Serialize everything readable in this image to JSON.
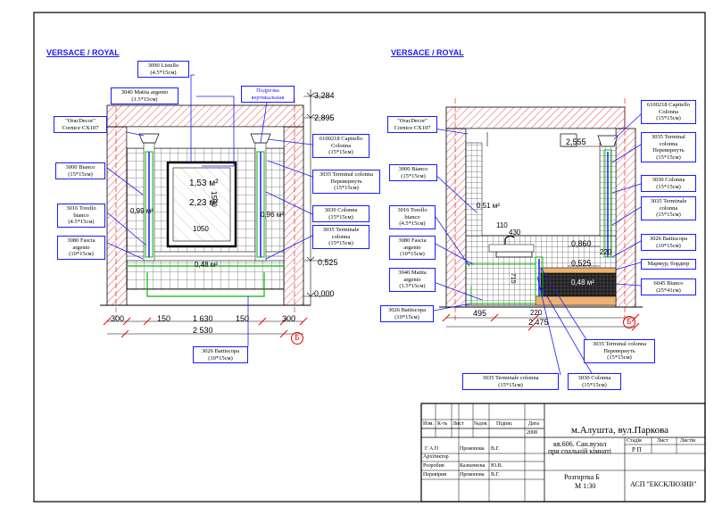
{
  "left": {
    "header": "VERSACE / ROYAL",
    "levels": [
      "3,284",
      "2,895",
      "0,525",
      "0,000"
    ],
    "areas": [
      "1,53 м²",
      "2,23 м²",
      "0,99 м²",
      "0,96 м²",
      "0,48 м²"
    ],
    "dims_bottom": [
      "300",
      "150",
      "1 630",
      "150",
      "300"
    ],
    "dim_total": "2 530",
    "dim_mirror_w": "1050",
    "dim_mirror_h": "1500",
    "axis": "Б",
    "callouts": {
      "listello": [
        "3090 Listello",
        "(4.5*15см)"
      ],
      "matita": [
        "3040 Matita argento",
        "(1.5*15см)"
      ],
      "podrezka": [
        "Подрезка",
        "вертикальная"
      ],
      "oracdecor": [
        "\"OracDecor\"",
        "Cornice CX107"
      ],
      "capitello": [
        "6100218 Capitello",
        "Colonna",
        "(15*15см)"
      ],
      "bianco": [
        "3000 Bianco",
        "(15*15см)"
      ],
      "terminal_colonna": [
        "3035 Terminal colonna",
        "Перевернуть",
        "(15*15см)"
      ],
      "torello": [
        "3016 Torello",
        "bianco",
        "(4.5*15см)"
      ],
      "colonna": [
        "3030 Colonna",
        "(15*15см)"
      ],
      "fascia": [
        "3080 Fascia",
        "argento",
        "(10*15см)"
      ],
      "terminale": [
        "3035 Terminale",
        "colonna",
        "(15*15см)"
      ],
      "battiscopa": [
        "3026 Battiscopa",
        "(10*15см)"
      ]
    }
  },
  "right": {
    "header": "VERSACE / ROYAL",
    "levels": [
      "2,555",
      "0,860",
      "0,525"
    ],
    "areas": [
      "0,51 м²",
      "0,48 м²"
    ],
    "dims": [
      "110",
      "430",
      "220",
      "715",
      "495",
      "220",
      "2 475"
    ],
    "axis": "Б",
    "callouts": {
      "oracdecor": [
        "\"OracDecor\"",
        "Cornice CX107"
      ],
      "bianco": [
        "3000 Bianco",
        "(15*15см)"
      ],
      "torello": [
        "3016 Torello",
        "bianco",
        "(4.5*15см)"
      ],
      "fascia": [
        "3080 Fascia",
        "argento",
        "(10*15см)"
      ],
      "matita": [
        "3040 Matita",
        "argento",
        "(1.5*15см)"
      ],
      "battiscopa_l": [
        "3026 Battiscopa",
        "(10*15см)"
      ],
      "capitello": [
        "6100218 Capitello",
        "Colonna",
        "(15*15см)"
      ],
      "terminal_colonna": [
        "3035 Terminal",
        "colonna",
        "Перевернуть",
        "(15*15см)"
      ],
      "colonna": [
        "3030 Colonna",
        "(15*15см)"
      ],
      "terminale": [
        "3035 Terminale",
        "colonna",
        "(15*15см)"
      ],
      "battiscopa_r": [
        "3026 Battiscopa",
        "(10*15см)"
      ],
      "marble": [
        "Мармур, бордюр"
      ],
      "bianco_big": [
        "6045 Bianco",
        "(25*41см)"
      ],
      "terminal_colonna_b": [
        "3035 Terminal colonna",
        "Перевернуть",
        "(15*15см)"
      ],
      "terminale_b": [
        "3035 Terminale colonna",
        "(15*15см)"
      ],
      "colonna_b": [
        "3030 Colonna",
        "(15*15см)"
      ]
    }
  },
  "title_block": {
    "hdr_izm": "Изм.",
    "hdr_kuch": "К-ть",
    "hdr_list": "Лист",
    "hdr_ndok": "№док",
    "hdr_pidpys": "Підпис",
    "hdr_data": "Дата",
    "year": "2008",
    "city": "м.Алушта, вул.Паркова",
    "gap_role": "Г А П",
    "gap_name": "Прокопова",
    "gap_sign": "В.Г.",
    "arch_role": "Архітектор",
    "dev_role": "Розробив",
    "dev_name": "Казначеєва",
    "dev_sign": "Ю.В.",
    "chk_role": "Перевірив",
    "chk_name": "Прокопова",
    "chk_sign": "В.Г.",
    "object_1": "кв.606. Сан.вузол",
    "object_2": "при спальній кімнаті",
    "stage_hdr": "Стадія",
    "sheet_hdr": "Лист",
    "sheets_hdr": "Листів",
    "stage": "Р П",
    "drawing_1": "Розгортка Б",
    "drawing_2": "М 1:30",
    "company": "АСП \"ЕКСКЛЮЗИВ\""
  }
}
